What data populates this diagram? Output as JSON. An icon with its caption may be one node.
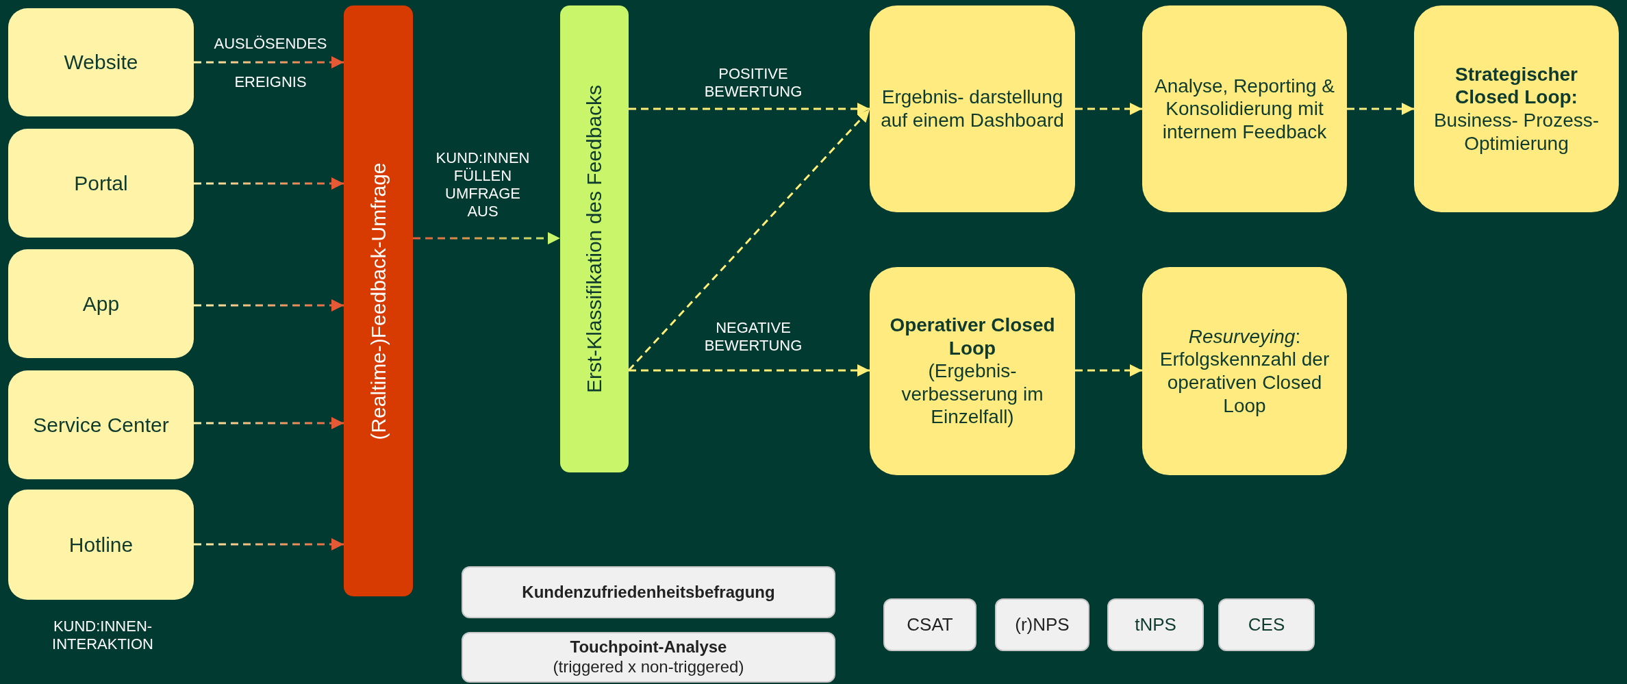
{
  "diagram": {
    "nodes": [
      {
        "text": [
          "Website"
        ]
      },
      {
        "text": [
          "Portal"
        ]
      },
      {
        "text": [
          "App"
        ]
      },
      {
        "text": [
          "Service Center"
        ]
      },
      {
        "text": [
          "Hotline"
        ]
      },
      {
        "text": [
          "(Realtime-)Feedback-Umfrage"
        ]
      },
      {
        "text": [
          "Erst-Klassifikation des Feedbacks"
        ]
      },
      {
        "text": [
          "Ergebnis- darstellung auf einem Dashboard"
        ]
      },
      {
        "text": [
          "Analyse, Reporting & Konsolidierung mit internem Feedback"
        ]
      },
      {
        "text": [
          "Strategischer Closed Loop:",
          "Business- Prozess- Optimierung"
        ]
      },
      {
        "text": [
          "Operativer Closed Loop",
          "(Ergebnis- verbesserung im Einzelfall)"
        ]
      },
      {
        "text": [
          "*Resurveying*: Erfolgskennzahl der operativen Closed Loop"
        ]
      },
      {
        "text": [
          "Kundenzufriedenheitsbefragung"
        ]
      },
      {
        "text": [
          "Touchpoint-Analyse",
          "(triggered x non-triggered)"
        ]
      },
      {
        "text": [
          "CSAT"
        ]
      },
      {
        "text": [
          "(r)NPS"
        ]
      },
      {
        "text": [
          "tNPS"
        ]
      },
      {
        "text": [
          "CES"
        ]
      }
    ],
    "edges": [
      {
        "from": 0,
        "to": 5,
        "arrow": "to",
        "label": "AUSLÖSENDES EREIGNIS",
        "style": "dashed",
        "color": "#e55a35"
      },
      {
        "from": 1,
        "to": 5,
        "arrow": "to",
        "style": "dashed",
        "color": "#e55a35"
      },
      {
        "from": 2,
        "to": 5,
        "arrow": "to",
        "style": "dashed",
        "color": "#e55a35"
      },
      {
        "from": 3,
        "to": 5,
        "arrow": "to",
        "style": "dashed",
        "color": "#e55a35"
      },
      {
        "from": 4,
        "to": 5,
        "arrow": "to",
        "style": "dashed",
        "color": "#e55a35"
      },
      {
        "from": 5,
        "to": 6,
        "arrow": "to",
        "label": "KUND:INNEN FÜLLEN UMFRAGE AUS",
        "style": "dashed",
        "color": "#c8f56a"
      },
      {
        "from": 6,
        "to": 7,
        "arrow": "to",
        "label": "POSITIVE BEWERTUNG",
        "style": "dashed"
      },
      {
        "from": 6,
        "to": 10,
        "arrow": "to",
        "label": "NEGATIVE BEWERTUNG",
        "style": "dashed"
      },
      {
        "from": 6,
        "to": 7,
        "arrow": "to",
        "style": "dashed"
      },
      {
        "from": 7,
        "to": 8,
        "arrow": "to",
        "style": "dashed"
      },
      {
        "from": 8,
        "to": 9,
        "arrow": "to",
        "style": "dashed"
      },
      {
        "from": 10,
        "to": 11,
        "arrow": "to",
        "style": "dashed"
      }
    ],
    "labels": [
      "KUND:INNEN- INTERAKTION"
    ]
  }
}
